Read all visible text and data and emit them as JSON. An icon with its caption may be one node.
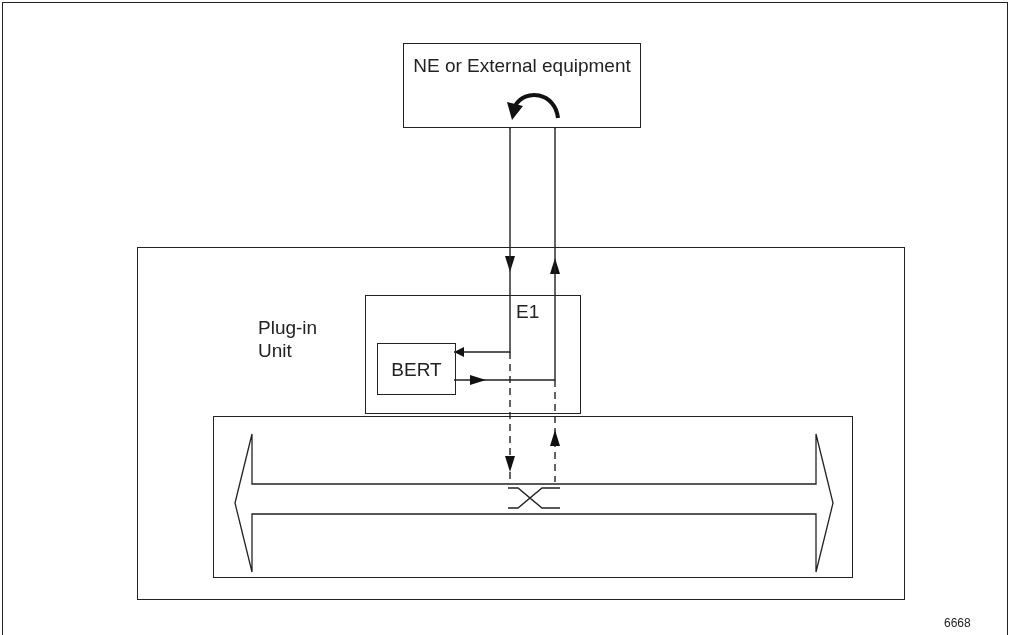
{
  "diagram": {
    "nodes": [
      {
        "text": [
          "NE or External equipment"
        ]
      },
      {
        "text": [],
        "shape": "box"
      },
      {
        "text": [
          "Plug-in Unit"
        ],
        "in": 1
      },
      {
        "text": [
          "BERT"
        ],
        "in": 2
      },
      {
        "text": [],
        "shape": "box",
        "in": 1
      },
      {
        "text": [],
        "shape": "arrow",
        "in": 4
      }
    ],
    "edges": [
      {
        "from": 0,
        "to": 3,
        "arrow": "to"
      },
      {
        "from": 0,
        "to": 5,
        "arrow": "to",
        "style": "dashed"
      },
      {
        "from": 3,
        "to": 0,
        "arrow": "to"
      },
      {
        "from": 5,
        "to": 0,
        "arrow": "to",
        "style": "dashed"
      }
    ],
    "labels": [
      "E1",
      "6668"
    ]
  }
}
